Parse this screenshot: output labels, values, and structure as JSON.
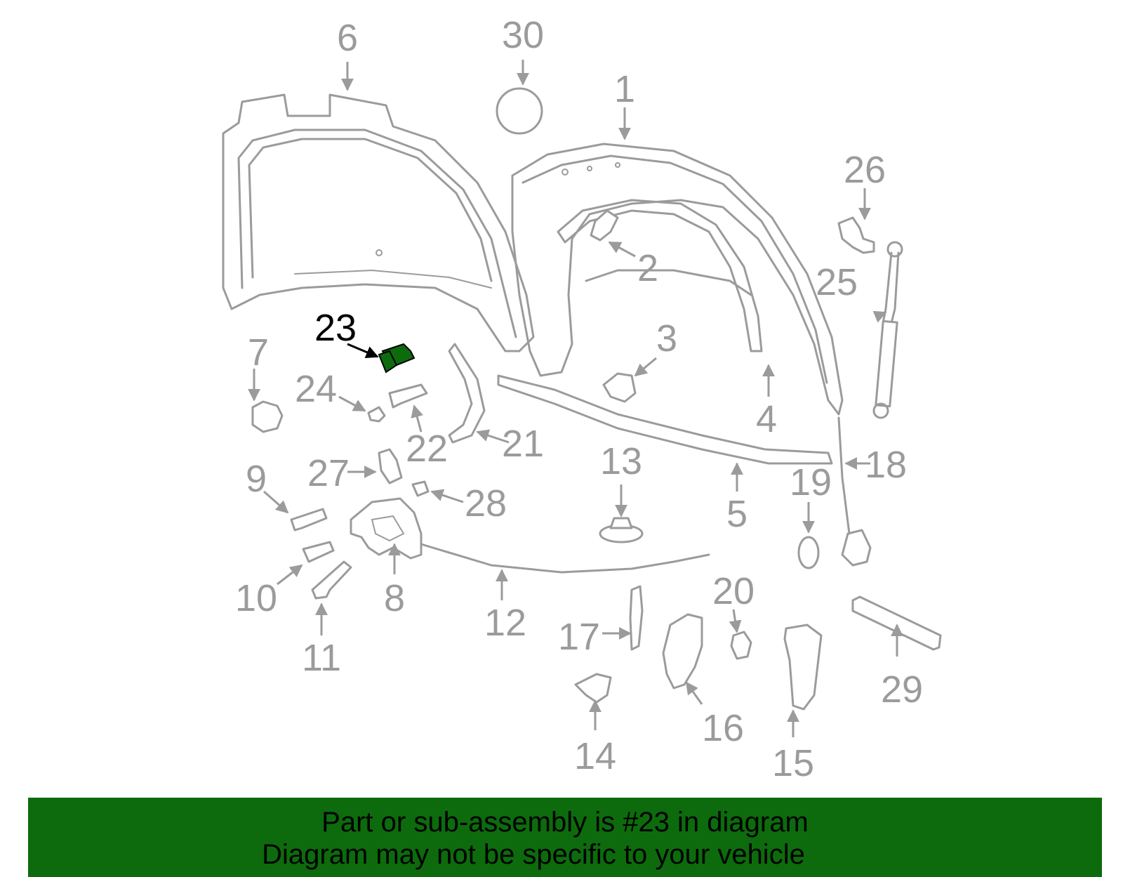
{
  "diagram": {
    "callouts": [
      "1",
      "2",
      "3",
      "4",
      "5",
      "6",
      "7",
      "8",
      "9",
      "10",
      "11",
      "12",
      "13",
      "14",
      "15",
      "16",
      "17",
      "18",
      "19",
      "20",
      "21",
      "22",
      "23",
      "24",
      "25",
      "26",
      "27",
      "28",
      "29",
      "30"
    ],
    "highlighted_callout": "23",
    "highlight_color": "#0d6b0d",
    "part_color": "#9b9b9b"
  },
  "banner": {
    "line1": "Part or sub-assembly is #23 in diagram",
    "line2": "Diagram may not be specific to your vehicle",
    "background": "#0d6b0d"
  }
}
